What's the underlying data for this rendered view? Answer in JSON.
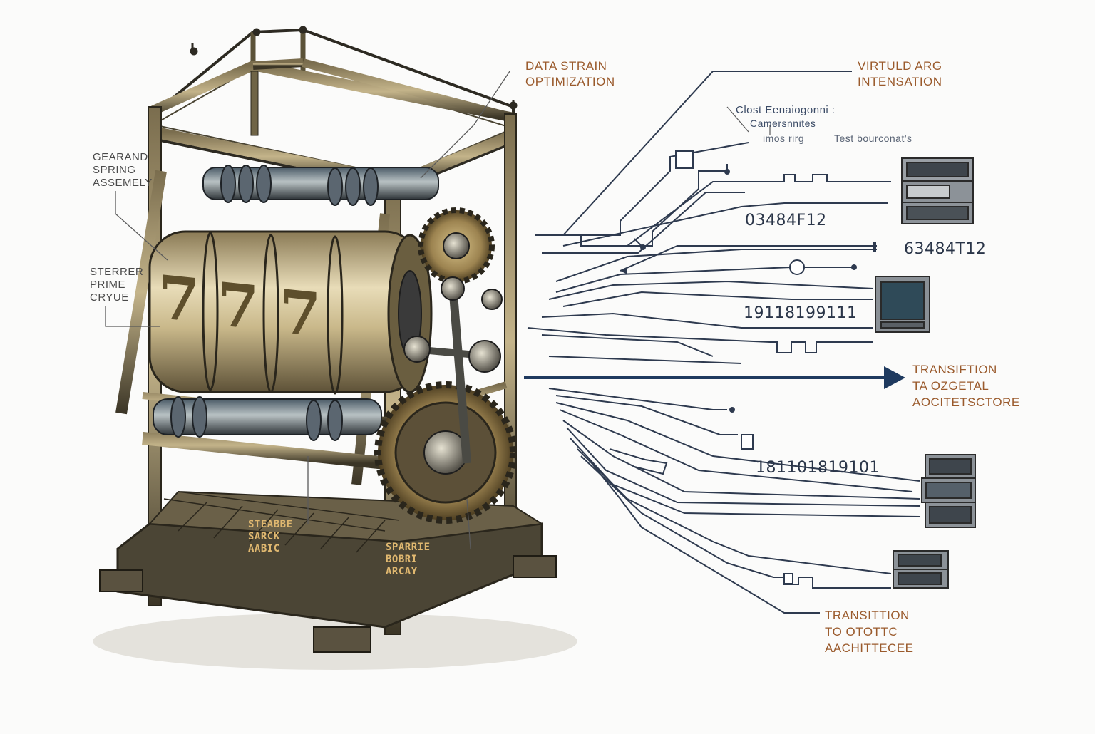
{
  "labels": {
    "data_strain": "DATA STRAIN\nOPTIMIZATION",
    "virtuld": "VIRTULD ARG\nINTENSATION",
    "clost_line1": "Clost Eenaiogonni :",
    "clost_line2": "Camersnnites",
    "imos_ring": "imos rirg",
    "test_bourconat": "Test bourconat's",
    "gear_spring": "GEARAND\nSPRING\nASSEMELY",
    "sterrer": "STERRER\nPRIME\nCRYUE",
    "steabbe": "STEABBE\nSARCK\nAABIC",
    "sparie": "SPARRIE\nBOBRI\nARCAY",
    "transifition": "TRANSIFTION\nTA OZGETAL\nAOCITETSCTORE",
    "transittion": "TRANSITTION\nTO OTOTTC\nAACHITTECEE"
  },
  "numbers": {
    "n1": "03484F12",
    "n2": "63484T12",
    "n3": "19118199111",
    "n4": "181101819101"
  },
  "reels": [
    "7",
    "7",
    "7"
  ],
  "colors": {
    "line": "#2e3a4f",
    "arrow": "#1f3a5f",
    "label_orange": "#9a5a2c",
    "metal_dark": "#3e3a2e",
    "brass": "#a88a52"
  }
}
